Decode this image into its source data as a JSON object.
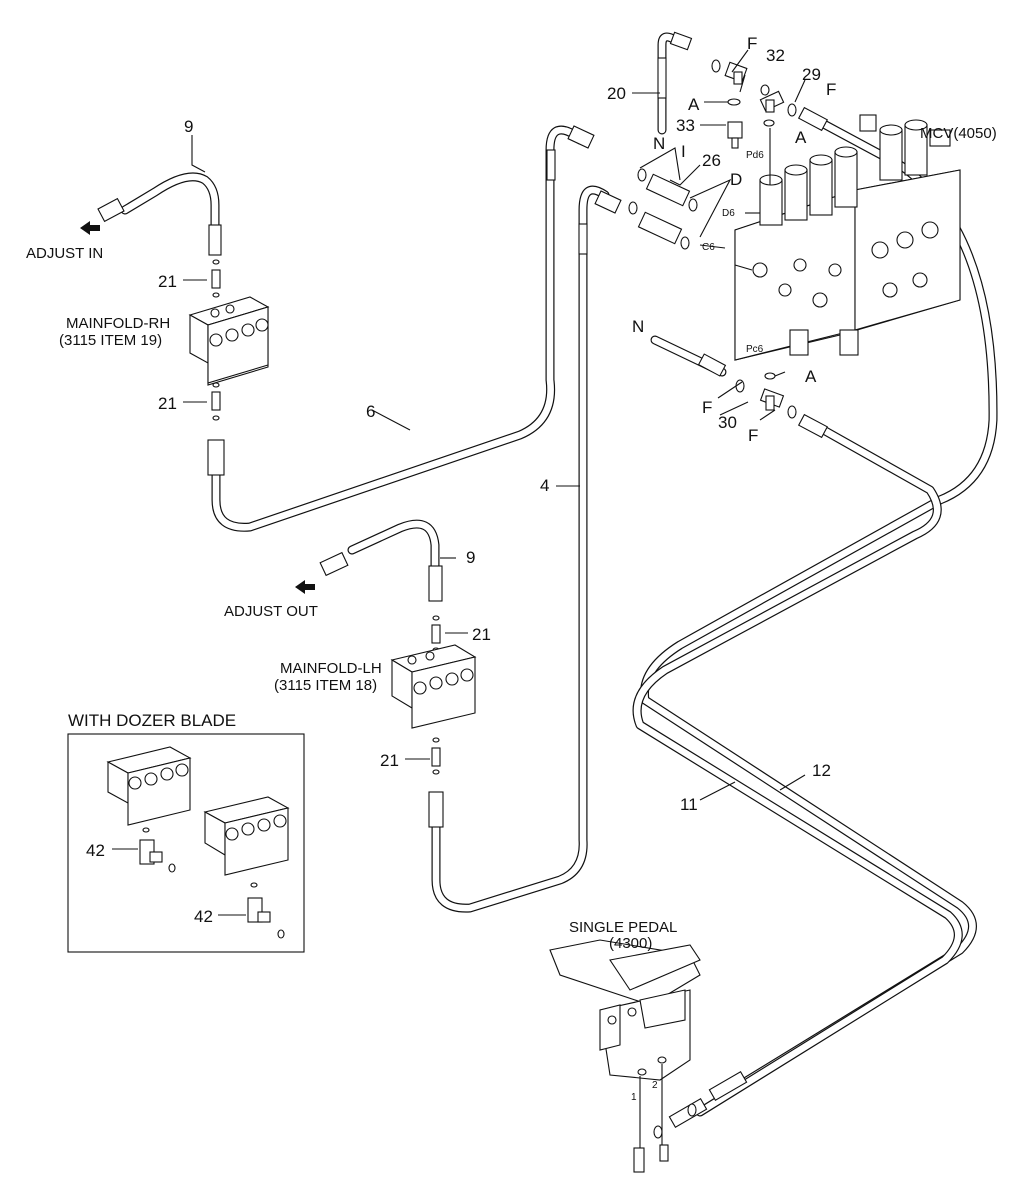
{
  "labels": {
    "adjust_in": "ADJUST IN",
    "adjust_out": "ADJUST OUT",
    "manifold_rh": "MAINFOLD-RH",
    "manifold_rh_ref": "(3115 ITEM 19)",
    "manifold_lh": "MAINFOLD-LH",
    "manifold_lh_ref": "(3115 ITEM 18)",
    "mcv": "MCV(4050)",
    "single_pedal": "SINGLE PEDAL",
    "single_pedal_ref": "(4300)",
    "dozer_header": "WITH DOZER BLADE"
  },
  "callouts": {
    "p9a": "9",
    "p9b": "9",
    "p21a": "21",
    "p21b": "21",
    "p21c": "21",
    "p21d": "21",
    "p6": "6",
    "p4": "4",
    "p20": "20",
    "p32": "32",
    "p29": "29",
    "p33": "33",
    "p26": "26",
    "p30": "30",
    "p11": "11",
    "p12": "12",
    "p42a": "42",
    "p42b": "42",
    "pedal_port1": "1",
    "pedal_port2": "2"
  },
  "ports": {
    "pd6": "Pd6",
    "d6": "D6",
    "c6": "C6",
    "pc6": "Pc6"
  },
  "letters": {
    "f1": "F",
    "f2": "F",
    "f3": "F",
    "f4": "F",
    "a1": "A",
    "a2": "A",
    "a3": "A",
    "n1": "N",
    "n2": "N",
    "i1": "I",
    "d1": "D"
  }
}
